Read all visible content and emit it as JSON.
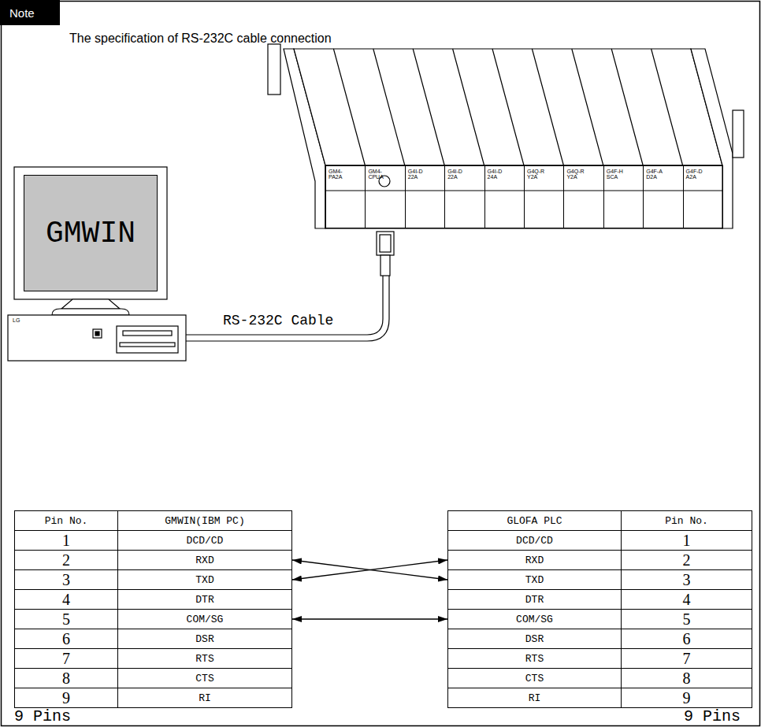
{
  "diagram": {
    "title": "The specification of RS-232C cable connection",
    "nodes": [
      {
        "text": [
          "Note"
        ]
      },
      {
        "text": [
          "GM4-PA2A"
        ]
      },
      {
        "text": [
          "GM4-CPUA"
        ]
      },
      {
        "text": [
          "G4I-D 22A"
        ]
      },
      {
        "text": [
          "G4I-D 22A"
        ]
      },
      {
        "text": [
          "G4I-D 24A"
        ]
      },
      {
        "text": [
          "G4Q-R Y2A"
        ]
      },
      {
        "text": [
          "G4Q-R Y2A"
        ]
      },
      {
        "text": [
          "G4F-H SCA"
        ]
      },
      {
        "text": [
          "G4F-A D2A"
        ]
      },
      {
        "text": [
          "G4F-D A2A"
        ]
      },
      {
        "text": [
          "GMWIN"
        ]
      },
      {
        "text": [
          "Pin No."
        ]
      },
      {
        "text": [
          "GMWIN(IBM PC)"
        ]
      },
      {
        "text": [
          "GLOFA PLC"
        ]
      },
      {
        "text": [
          "Pin No."
        ]
      },
      {
        "text": [
          "1"
        ]
      },
      {
        "text": [
          "DCD/CD"
        ]
      },
      {
        "text": [
          "DCD/CD"
        ]
      },
      {
        "text": [
          "1"
        ]
      },
      {
        "text": [
          "2"
        ]
      },
      {
        "text": [
          "RXD"
        ]
      },
      {
        "text": [
          "RXD"
        ]
      },
      {
        "text": [
          "2"
        ]
      },
      {
        "text": [
          "3"
        ]
      },
      {
        "text": [
          "TXD"
        ]
      },
      {
        "text": [
          "TXD"
        ]
      },
      {
        "text": [
          "3"
        ]
      },
      {
        "text": [
          "4"
        ]
      },
      {
        "text": [
          "DTR"
        ]
      },
      {
        "text": [
          "DTR"
        ]
      },
      {
        "text": [
          "4"
        ]
      },
      {
        "text": [
          "5"
        ]
      },
      {
        "text": [
          "COM/SG"
        ]
      },
      {
        "text": [
          "COM/SG"
        ]
      },
      {
        "text": [
          "5"
        ]
      },
      {
        "text": [
          "6"
        ]
      },
      {
        "text": [
          "DSR"
        ]
      },
      {
        "text": [
          "DSR"
        ]
      },
      {
        "text": [
          "6"
        ]
      },
      {
        "text": [
          "7"
        ]
      },
      {
        "text": [
          "RTS"
        ]
      },
      {
        "text": [
          "RTS"
        ]
      },
      {
        "text": [
          "7"
        ]
      },
      {
        "text": [
          "8"
        ]
      },
      {
        "text": [
          "CTS"
        ]
      },
      {
        "text": [
          "CTS"
        ]
      },
      {
        "text": [
          "8"
        ]
      },
      {
        "text": [
          "9"
        ]
      },
      {
        "text": [
          "RI"
        ]
      },
      {
        "text": [
          "RI"
        ]
      },
      {
        "text": [
          "9"
        ]
      }
    ],
    "edges": [
      {
        "from": 21,
        "to": 26,
        "arrow": "both"
      },
      {
        "from": 25,
        "to": 22,
        "arrow": "both"
      },
      {
        "from": 33,
        "to": 34,
        "arrow": "both"
      }
    ],
    "labels": [
      "LG",
      "RS-232C Cable",
      "9 Pins",
      "9 Pins"
    ]
  }
}
